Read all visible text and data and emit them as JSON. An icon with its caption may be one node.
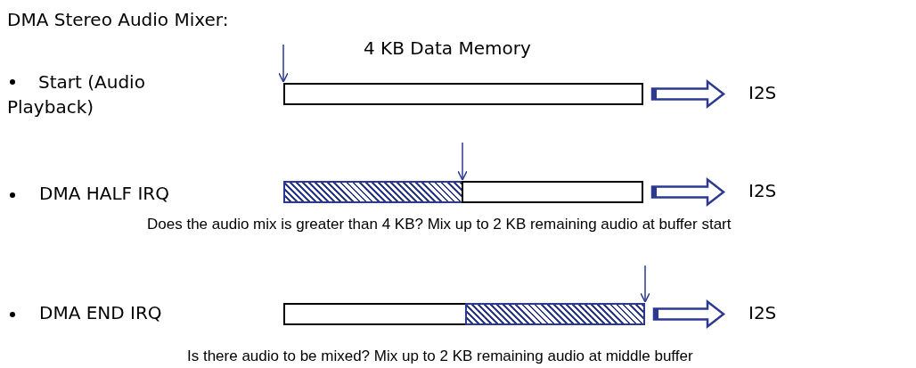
{
  "diagram": {
    "title": "DMA Stereo Audio Mixer:",
    "nodes": [
      {
        "text": [],
        "shape": "bar"
      },
      {
        "text": [
          "I2S"
        ]
      },
      {
        "text": [],
        "shape": "bar"
      },
      {
        "text": [],
        "shape": "bar"
      },
      {
        "text": [
          "I2S"
        ]
      },
      {
        "text": [],
        "shape": "bar"
      },
      {
        "text": [],
        "shape": "bar"
      },
      {
        "text": [
          "I2S"
        ]
      }
    ],
    "edges": [
      {
        "from": 0,
        "to": 1,
        "arrow": "to"
      },
      {
        "from": 3,
        "to": 4,
        "arrow": "to"
      },
      {
        "from": 6,
        "to": 7,
        "arrow": "to"
      }
    ],
    "labels": [
      "4 KB Data Memory",
      "Start (Audio Playback)",
      "DMA HALF IRQ",
      "Does the audio mix is greater than 4 KB? Mix up to 2 KB remaining audio at buffer start",
      "DMA END IRQ",
      "Is there audio to be mixed? Mix up to 2 KB remaining audio at middle buffer"
    ]
  }
}
